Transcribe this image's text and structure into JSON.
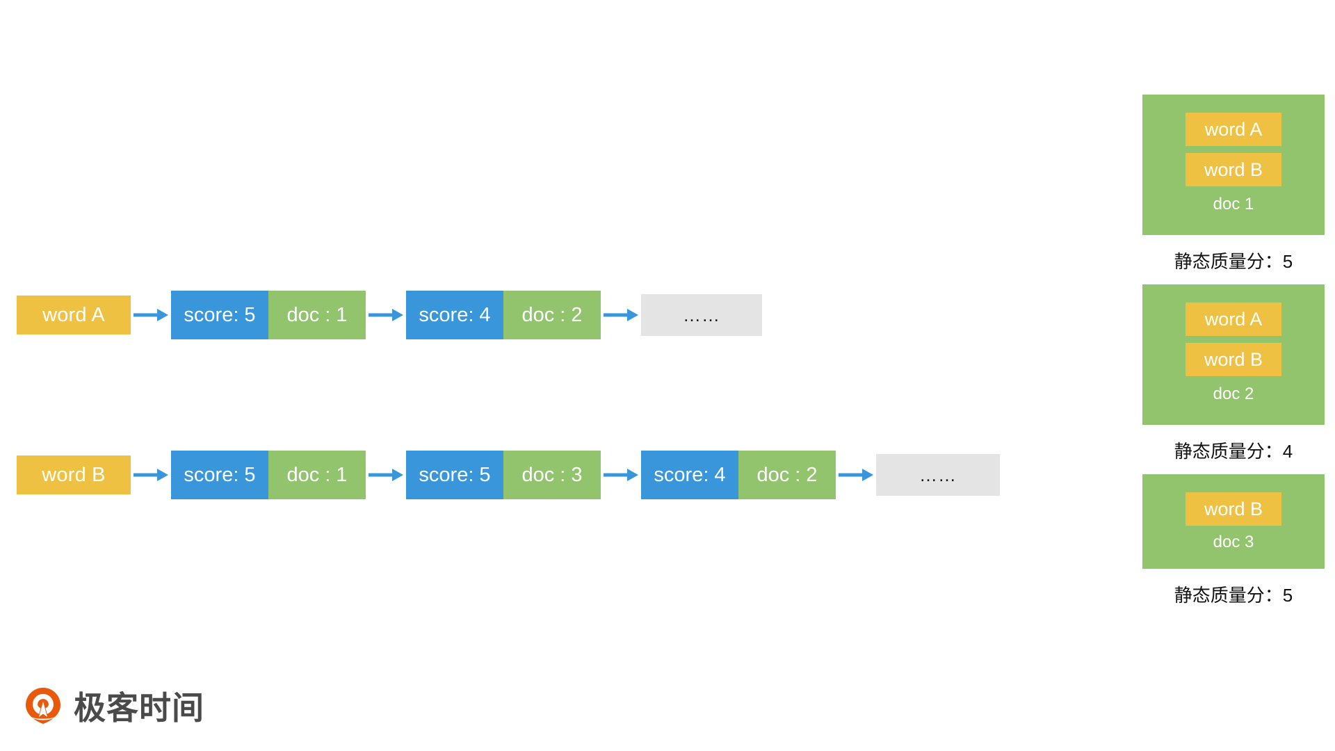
{
  "diagram": {
    "title": "inverted-index-with-static-quality-score",
    "colors": {
      "term": "#efc142",
      "score": "#3996db",
      "doc": "#92c46d",
      "ellipsis": "#e4e4e4",
      "arrow": "#3996db",
      "text_on_fill": "#ffffff",
      "label_text": "#111111",
      "logo_orange": "#e8590c",
      "logo_text": "#4a4a4a"
    },
    "ellipsis_text": "……"
  },
  "posting_lists": [
    {
      "term": "word A",
      "nodes": [
        {
          "score": "score: 5",
          "doc": "doc : 1"
        },
        {
          "score": "score: 4",
          "doc": "doc : 2"
        }
      ],
      "tail": "……"
    },
    {
      "term": "word B",
      "nodes": [
        {
          "score": "score: 5",
          "doc": "doc : 1"
        },
        {
          "score": "score: 5",
          "doc": "doc : 3"
        },
        {
          "score": "score: 4",
          "doc": "doc : 2"
        }
      ],
      "tail": "……"
    }
  ],
  "documents": [
    {
      "words": [
        "word A",
        "word B"
      ],
      "label": "doc 1",
      "quality_label": "静态质量分",
      "quality_sep": "：",
      "quality_value": "5",
      "quality_full": "静态质量分：5"
    },
    {
      "words": [
        "word A",
        "word B"
      ],
      "label": "doc 2",
      "quality_label": "静态质量分",
      "quality_sep": "：",
      "quality_value": "4",
      "quality_full": "静态质量分：4"
    },
    {
      "words": [
        "word B"
      ],
      "label": "doc 3",
      "quality_label": "静态质量分",
      "quality_sep": "：",
      "quality_value": "5",
      "quality_full": "静态质量分：5"
    }
  ],
  "logo": {
    "text": "极客时间",
    "mark": "geektime-logo-icon"
  }
}
